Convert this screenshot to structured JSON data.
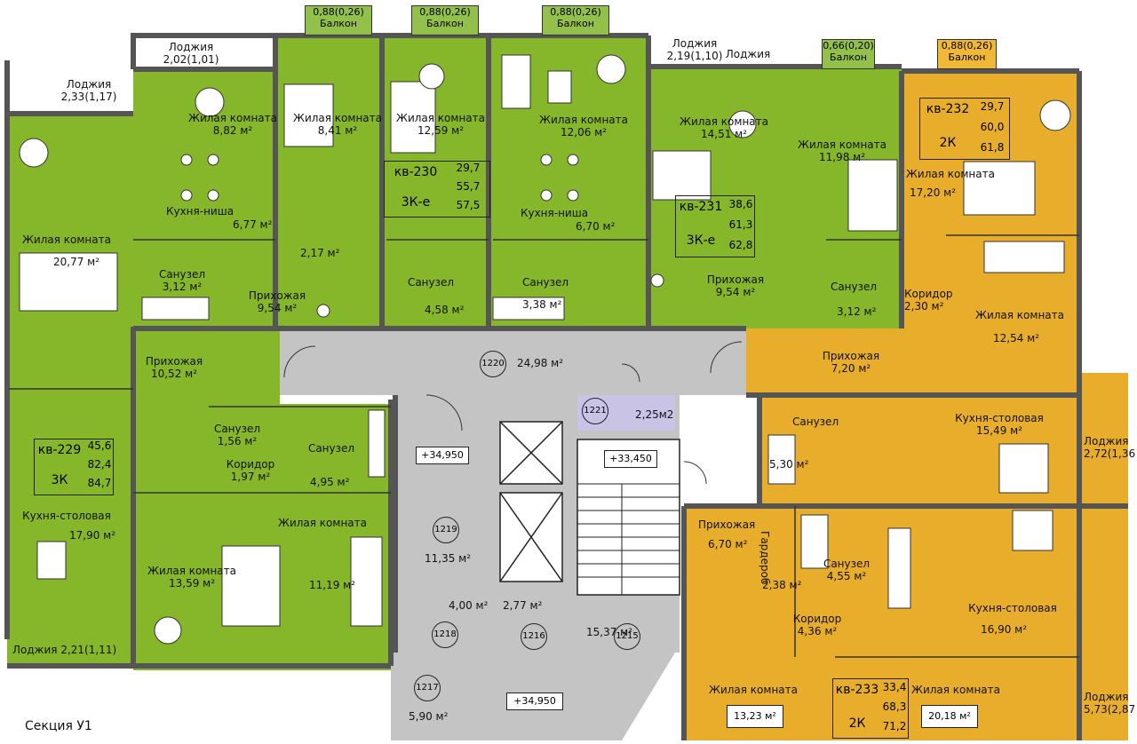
{
  "colors": {
    "green": "#86b629",
    "orange": "#e9ad2c",
    "grey": "#c4c4c4",
    "lilac": "#c9c3e6",
    "wall": "#555555",
    "balcony_green": "#92c04a",
    "balcony_orange": "#f0b835"
  },
  "section": {
    "label": "Секция У1"
  },
  "balconies": [
    {
      "area": "0,88(0,26)",
      "label": "Балкон"
    },
    {
      "area": "0,88(0,26)",
      "label": "Балкон"
    },
    {
      "area": "0,88(0,26)",
      "label": "Балкон"
    },
    {
      "area": "0,66(0,20)",
      "label": "Балкон"
    },
    {
      "area": "0,88(0,26)",
      "label": "Балкон"
    }
  ],
  "loggias": [
    {
      "label": "Лоджия",
      "area": "2,02(1,01)"
    },
    {
      "label": "Лоджия",
      "area": "2,19(1,10)"
    },
    {
      "label": "Лоджия",
      "area": ""
    },
    {
      "label": "Лоджия",
      "area": "2,33(1,17)"
    },
    {
      "label": "Лоджия",
      "area": "2,21(1,11)"
    },
    {
      "label": "Лоджия",
      "area": "2,72(1,36"
    },
    {
      "label": "Лоджия",
      "area": "5,73(2,87"
    }
  ],
  "rooms": [
    {
      "name": "Жилая комната",
      "area": "8,82 м²"
    },
    {
      "name": "Жилая комната",
      "area": "8,41 м²"
    },
    {
      "name": "Жилая комната",
      "area": "12,59 м²"
    },
    {
      "name": "Жилая комната",
      "area": "12,06 м²"
    },
    {
      "name": "Жилая комната",
      "area": "14,51 м²"
    },
    {
      "name": "Жилая комната",
      "area": "11,98 м²"
    },
    {
      "name": "Жилая комната",
      "area": "20,77 м²"
    },
    {
      "name": "Кухня-ниша",
      "area": "6,77 м²"
    },
    {
      "name": "Кухня-ниша",
      "area": "6,70 м²"
    },
    {
      "name": "",
      "area": "2,17 м²"
    },
    {
      "name": "Санузел",
      "area": "3,12 м²"
    },
    {
      "name": "Прихожая",
      "area": "9,54 м²"
    },
    {
      "name": "Санузел",
      "area": "4,58 м²"
    },
    {
      "name": "Санузел",
      "area": "3,38 м²"
    },
    {
      "name": "Прихожая",
      "area": "9,54 м²"
    },
    {
      "name": "Санузел",
      "area": "3,12 м²"
    },
    {
      "name": "Прихожая",
      "area": "10,52 м²"
    },
    {
      "name": "Санузел",
      "area": "1,56 м²"
    },
    {
      "name": "Санузел",
      "area": "4,95 м²"
    },
    {
      "name": "Коридор",
      "area": "1,97 м²"
    },
    {
      "name": "Кухня-столовая",
      "area": "17,90 м²"
    },
    {
      "name": "Жилая комната",
      "area": "13,59 м²"
    },
    {
      "name": "Жилая комната",
      "area": "11,19 м²"
    },
    {
      "name": "Жилая комната",
      "area": "17,20 м²"
    },
    {
      "name": "Коридор",
      "area": "2,30 м²"
    },
    {
      "name": "Жилая комната",
      "area": "12,54 м²"
    },
    {
      "name": "Прихожая",
      "area": "7,20 м²"
    },
    {
      "name": "Санузел",
      "area": "5,30 м²"
    },
    {
      "name": "Кухня-столовая",
      "area": "15,49 м²"
    },
    {
      "name": "Прихожая",
      "area": "6,70 м²"
    },
    {
      "name": "Гардероб",
      "area": "2,38 м²"
    },
    {
      "name": "Санузел",
      "area": "4,55 м²"
    },
    {
      "name": "Коридор",
      "area": "4,36 м²"
    },
    {
      "name": "Кухня-столовая",
      "area": "16,90 м²"
    },
    {
      "name": "Жилая комната",
      "area": "13,23 м²"
    },
    {
      "name": "Жилая комната",
      "area": "20,18 м²"
    }
  ],
  "apartments": [
    {
      "id": "кв-229",
      "type": "3К",
      "areas": [
        "45,6",
        "82,4",
        "84,7"
      ]
    },
    {
      "id": "кв-230",
      "type": "3К-е",
      "areas": [
        "29,7",
        "55,7",
        "57,5"
      ]
    },
    {
      "id": "кв-231",
      "type": "3К-е",
      "areas": [
        "38,6",
        "61,3",
        "62,8"
      ]
    },
    {
      "id": "кв-232",
      "type": "2К",
      "areas": [
        "29,7",
        "60,0",
        "61,8"
      ]
    },
    {
      "id": "кв-233",
      "type": "2К",
      "areas": [
        "33,4",
        "68,3",
        "71,2"
      ]
    }
  ],
  "common": [
    {
      "num": "1220",
      "area": "24,98 м²"
    },
    {
      "num": "1221",
      "area": "2,25м2"
    },
    {
      "num": "1219",
      "area": "11,35 м²"
    },
    {
      "num": "1218",
      "area": "4,00 м²"
    },
    {
      "num": "1216",
      "area": "2,77 м²"
    },
    {
      "num": "1215",
      "area": "15,37 м²"
    },
    {
      "num": "1217",
      "area": "5,90 м²"
    }
  ],
  "elevations": [
    "+34,950",
    "+33,450",
    "+34,950"
  ]
}
